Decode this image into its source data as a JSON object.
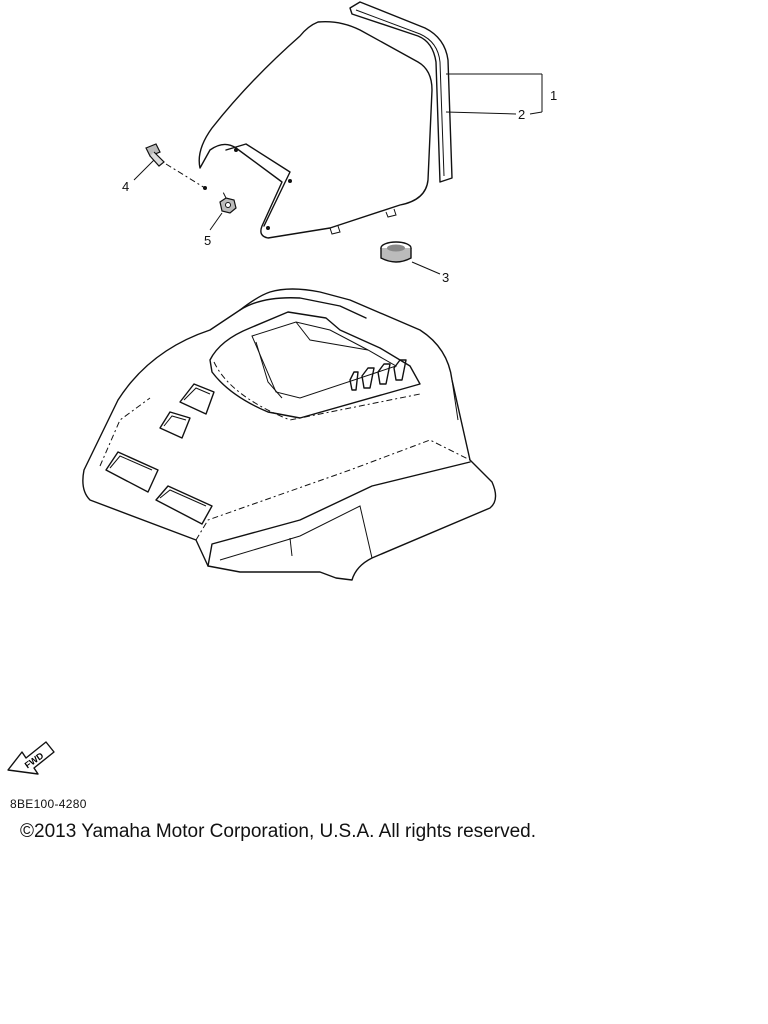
{
  "diagram": {
    "callouts": [
      "1",
      "2",
      "3",
      "4",
      "5"
    ],
    "fwd_label": "FWD"
  },
  "footer": {
    "ref_code": "8BE100-4280",
    "copyright": "©2013 Yamaha Motor Corporation, U.S.A. All rights reserved."
  }
}
